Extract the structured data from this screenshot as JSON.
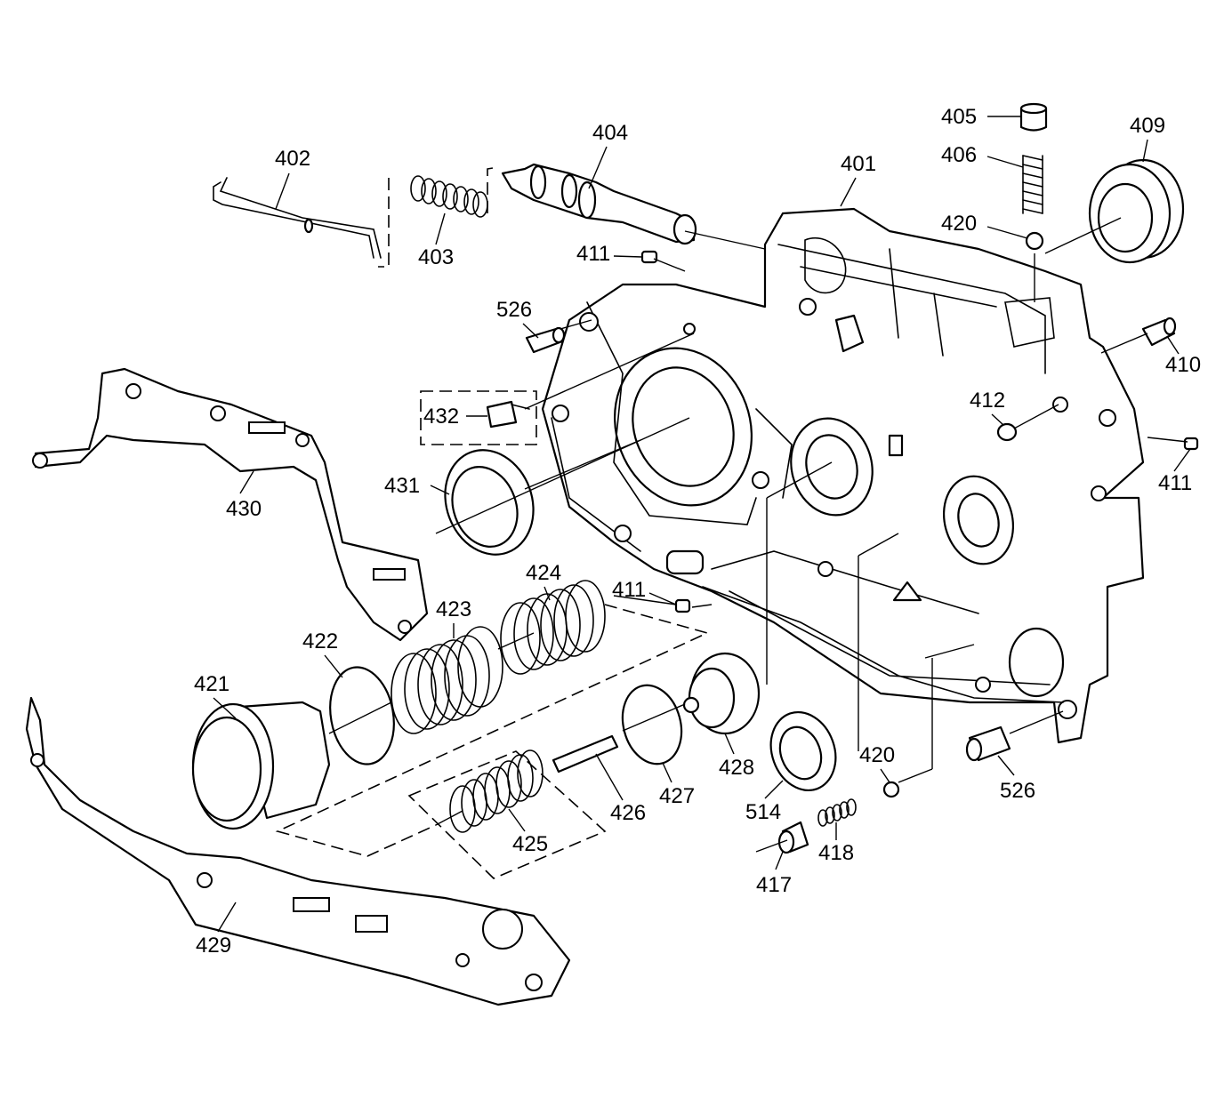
{
  "diagram": {
    "callouts": [
      {
        "id": "c401",
        "text": "401"
      },
      {
        "id": "c402",
        "text": "402"
      },
      {
        "id": "c403",
        "text": "403"
      },
      {
        "id": "c404",
        "text": "404"
      },
      {
        "id": "c405",
        "text": "405"
      },
      {
        "id": "c406",
        "text": "406"
      },
      {
        "id": "c409",
        "text": "409"
      },
      {
        "id": "c410",
        "text": "410"
      },
      {
        "id": "c411a",
        "text": "411"
      },
      {
        "id": "c411b",
        "text": "411"
      },
      {
        "id": "c411c",
        "text": "411"
      },
      {
        "id": "c412",
        "text": "412"
      },
      {
        "id": "c417",
        "text": "417"
      },
      {
        "id": "c418",
        "text": "418"
      },
      {
        "id": "c420a",
        "text": "420"
      },
      {
        "id": "c420b",
        "text": "420"
      },
      {
        "id": "c421",
        "text": "421"
      },
      {
        "id": "c422",
        "text": "422"
      },
      {
        "id": "c423",
        "text": "423"
      },
      {
        "id": "c424",
        "text": "424"
      },
      {
        "id": "c425",
        "text": "425"
      },
      {
        "id": "c426",
        "text": "426"
      },
      {
        "id": "c427",
        "text": "427"
      },
      {
        "id": "c428",
        "text": "428"
      },
      {
        "id": "c429",
        "text": "429"
      },
      {
        "id": "c430",
        "text": "430"
      },
      {
        "id": "c431",
        "text": "431"
      },
      {
        "id": "c432",
        "text": "432"
      },
      {
        "id": "c514",
        "text": "514"
      },
      {
        "id": "c526a",
        "text": "526"
      },
      {
        "id": "c526b",
        "text": "526"
      }
    ]
  }
}
